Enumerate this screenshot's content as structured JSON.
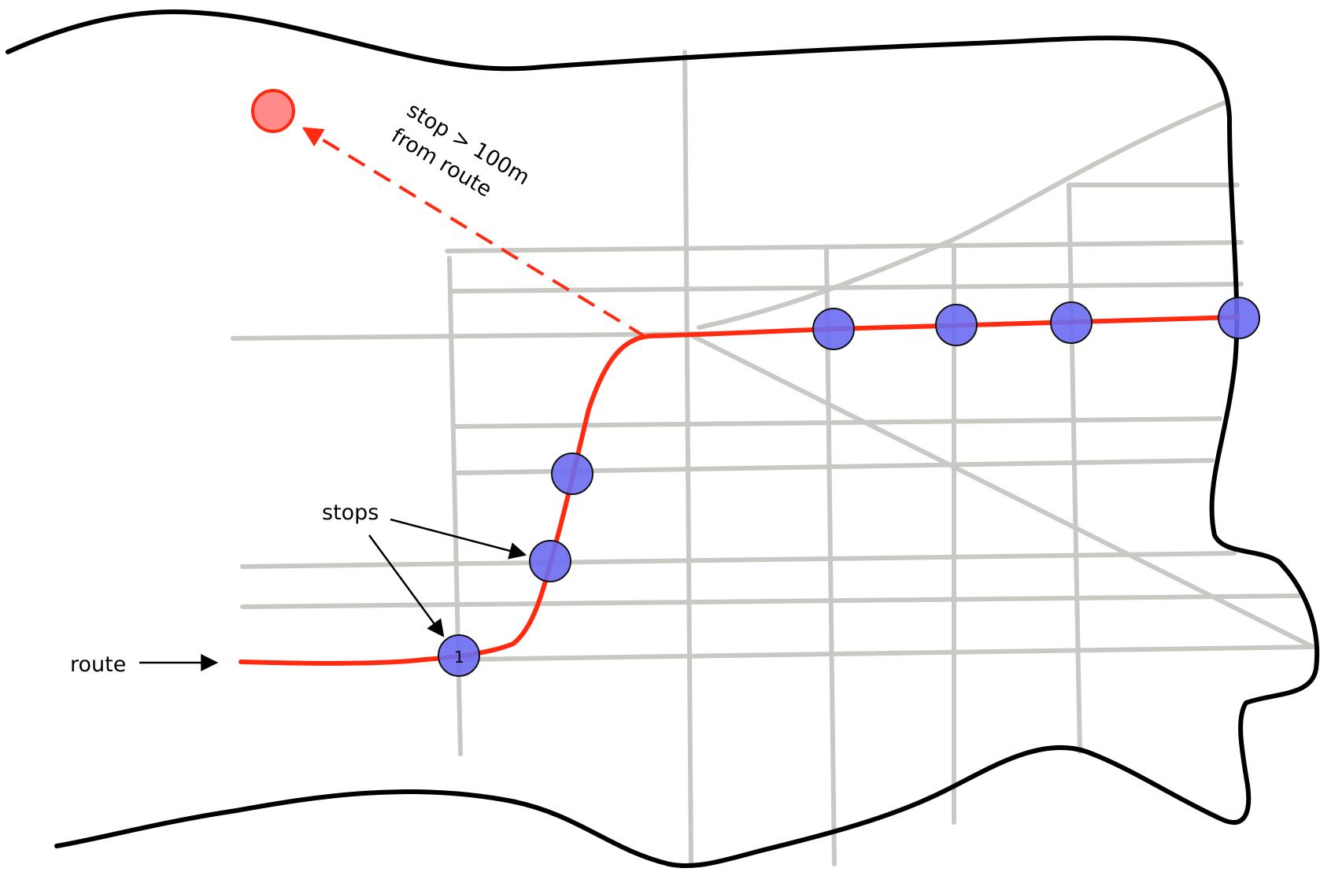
{
  "labels": {
    "route": "route",
    "stops": "stops",
    "offset_line1": "stop > 100m",
    "offset_line2": "from route",
    "first_stop_number": "1"
  },
  "colors": {
    "route": "#ff2a10",
    "stop_fill": "#6b6bf2",
    "far_stop_fill": "#ff8a8a",
    "street": "#c8c8c5",
    "boundary": "#000000"
  }
}
